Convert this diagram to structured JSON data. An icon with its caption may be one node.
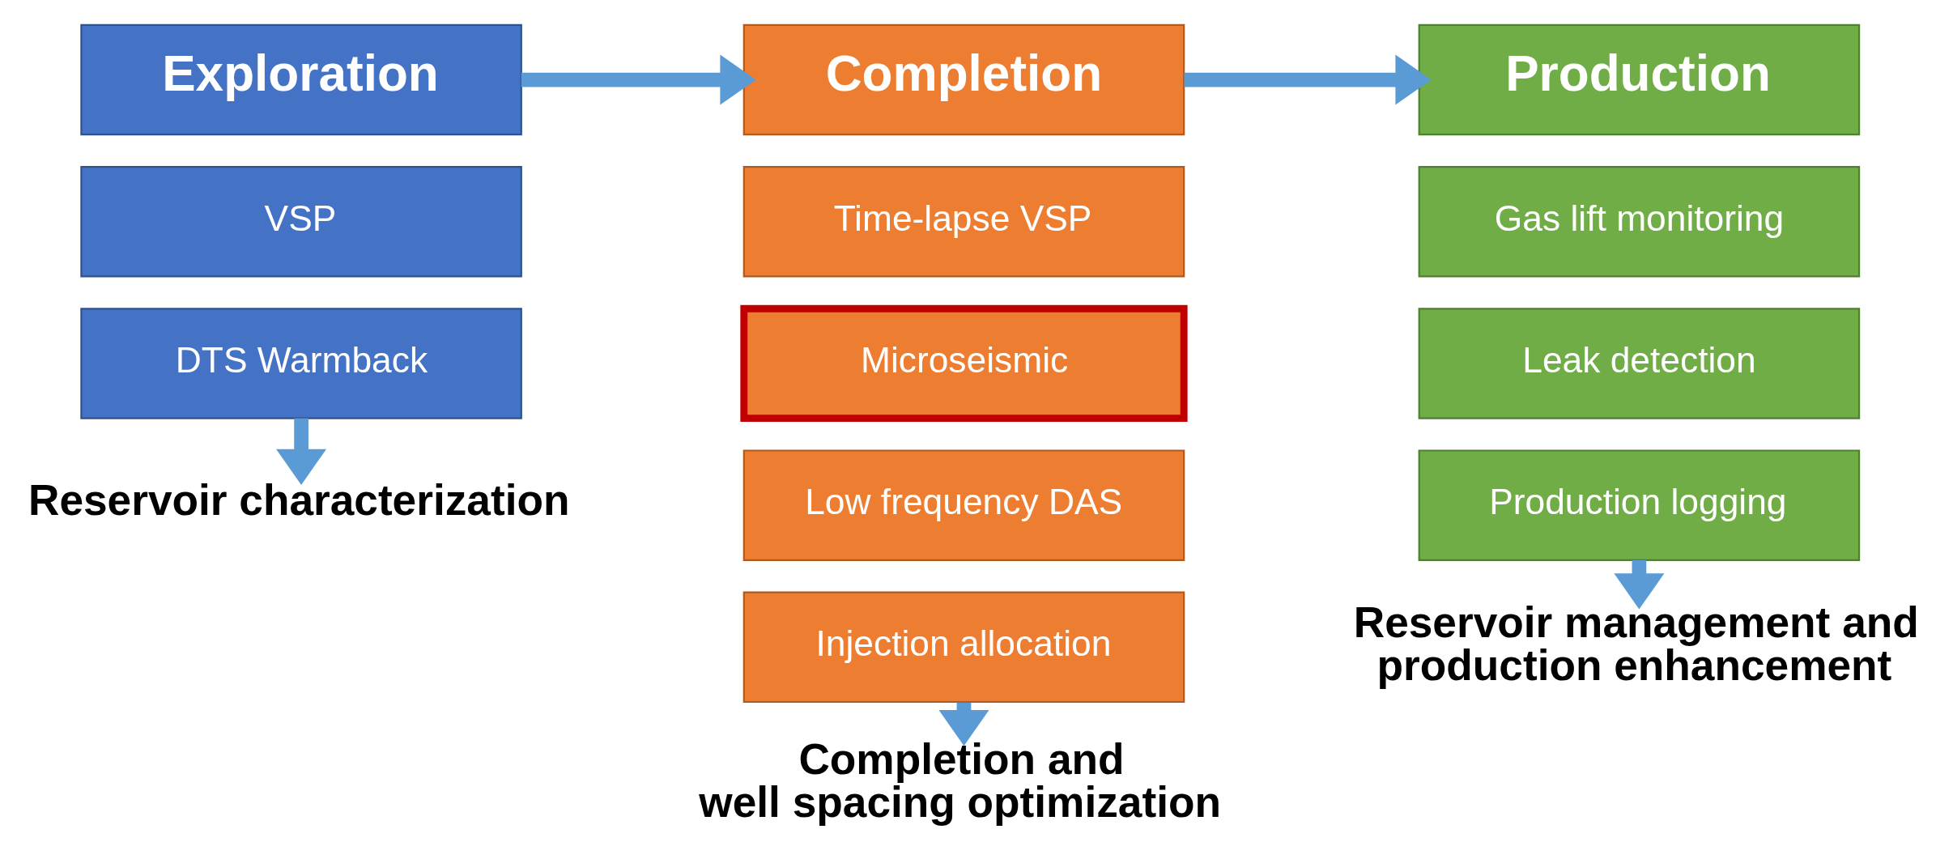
{
  "diagram": {
    "nodes": [
      {
        "text": [
          "Exploration"
        ]
      },
      {
        "text": [
          "VSP"
        ]
      },
      {
        "text": [
          "DTS Warmback"
        ]
      },
      {
        "text": [
          "Reservoir characterization"
        ]
      },
      {
        "text": [
          "Completion"
        ]
      },
      {
        "text": [
          "Time-lapse VSP"
        ]
      },
      {
        "text": [
          "Microseismic"
        ]
      },
      {
        "text": [
          "Low frequency DAS"
        ]
      },
      {
        "text": [
          "Injection allocation"
        ]
      },
      {
        "text": [
          "Completion and well spacing optimization"
        ]
      },
      {
        "text": [
          "Production"
        ]
      },
      {
        "text": [
          "Gas lift monitoring"
        ]
      },
      {
        "text": [
          "Leak detection"
        ]
      },
      {
        "text": [
          "Production logging"
        ]
      },
      {
        "text": [
          "Reservoir management and production enhancement"
        ]
      }
    ],
    "edges": [
      {
        "from": 0,
        "to": 4,
        "arrow": "to"
      },
      {
        "from": 4,
        "to": 10,
        "arrow": "to"
      },
      {
        "from": 2,
        "to": 3,
        "arrow": "to"
      },
      {
        "from": 8,
        "to": 9,
        "arrow": "to"
      },
      {
        "from": 13,
        "to": 14,
        "arrow": "to"
      }
    ]
  }
}
